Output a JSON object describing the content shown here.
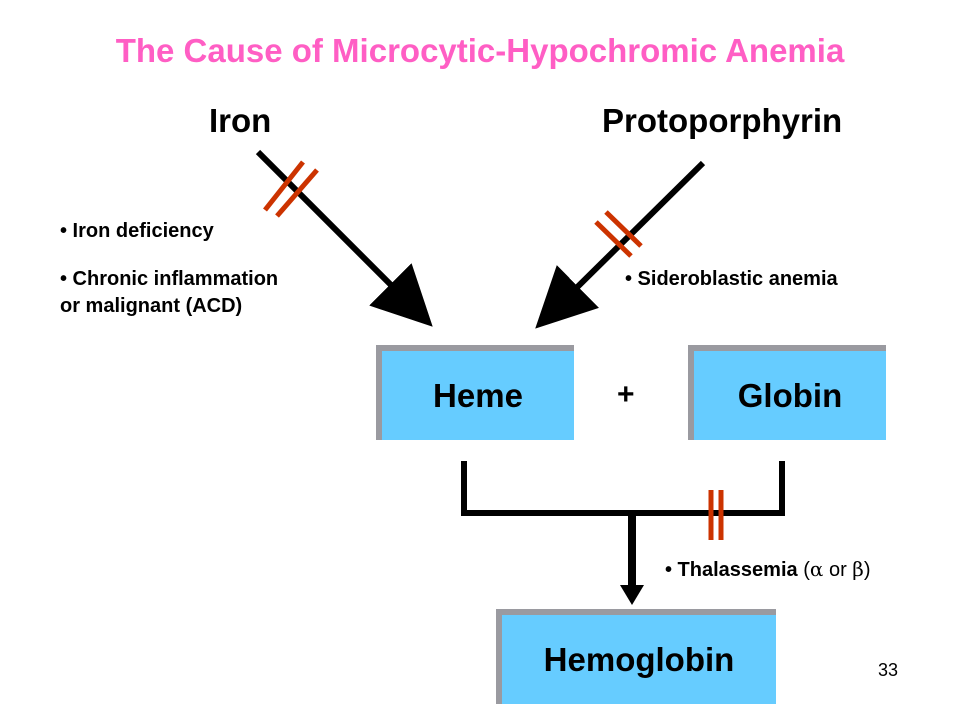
{
  "title": "The Cause of Microcytic-Hypochromic Anemia",
  "inputs": {
    "iron": "Iron",
    "protoporphyrin": "Protoporphyrin"
  },
  "causes": {
    "iron_deficiency": "• Iron deficiency",
    "chronic_line1": "• Chronic inflammation",
    "chronic_line2": "or malignant (ACD)",
    "sideroblastic": "• Sideroblastic anemia",
    "thalassemia": "• Thalassemia",
    "thal_open": "(",
    "alpha": "α",
    "or": " or ",
    "beta": "β",
    "thal_close": ")"
  },
  "boxes": {
    "heme": "Heme",
    "globin": "Globin",
    "plus": "+",
    "hemoglobin": "Hemoglobin"
  },
  "page_number": "33",
  "colors": {
    "title": "#ff5ec4",
    "box_fill": "#66ccff",
    "box_shadow": "#9a9aa0",
    "block_mark": "#cc3300",
    "arrow": "#000000"
  }
}
